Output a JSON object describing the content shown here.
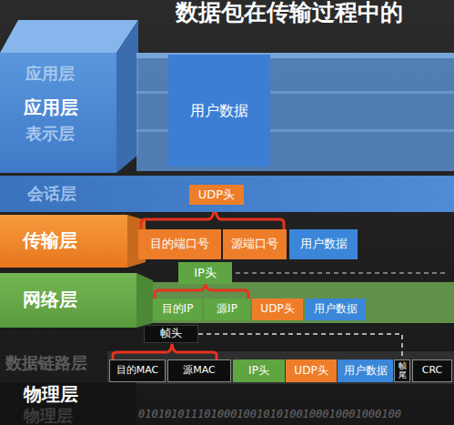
{
  "diagram": {
    "title": "数据包在传输过程中的",
    "nodes": [
      {
        "text": [
          "应用层",
          "应用层",
          "表示层"
        ]
      },
      {
        "text": [
          "会话层"
        ]
      },
      {
        "text": [
          "传输层"
        ]
      },
      {
        "text": [
          "网络层"
        ]
      },
      {
        "text": [
          "数据链路层"
        ]
      },
      {
        "text": [
          "物理层"
        ]
      },
      {
        "text": [
          "用户数据"
        ]
      },
      {
        "text": [
          "UDP头"
        ]
      },
      {
        "text": [
          "目的端口号"
        ]
      },
      {
        "text": [
          "源端口号"
        ]
      },
      {
        "text": [
          "用户数据"
        ]
      },
      {
        "text": [
          "IP头"
        ]
      },
      {
        "text": [
          "目的IP"
        ]
      },
      {
        "text": [
          "源IP"
        ]
      },
      {
        "text": [
          "UDP头"
        ]
      },
      {
        "text": [
          "用户数据"
        ]
      },
      {
        "text": [
          "帧头"
        ]
      },
      {
        "text": [
          "目的MAC"
        ]
      },
      {
        "text": [
          "源MAC"
        ]
      },
      {
        "text": [
          "IP头"
        ]
      },
      {
        "text": [
          "UDP头"
        ]
      },
      {
        "text": [
          "用户数据"
        ]
      },
      {
        "text": [
          "帧尾"
        ]
      },
      {
        "text": [
          "CRC"
        ]
      }
    ],
    "edges": [
      {
        "from": 16,
        "to": 22,
        "arrow": "none"
      }
    ],
    "labels": [
      "物理层",
      "0101010111010001001010100100010001000100"
    ]
  }
}
